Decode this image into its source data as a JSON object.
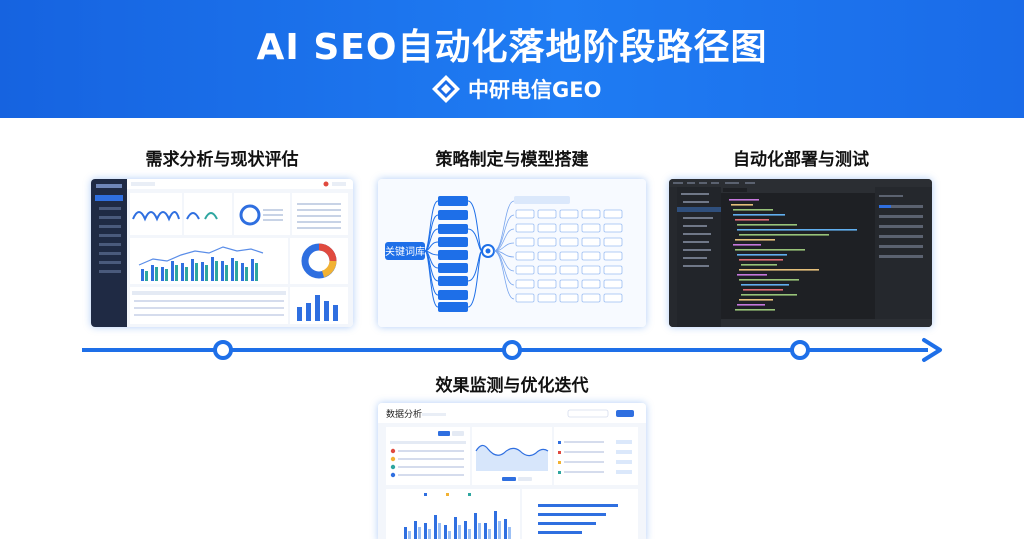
{
  "header": {
    "title": "AI SEO自动化落地阶段路径图",
    "brand_name": "中研电信GEO"
  },
  "stages": [
    {
      "title": "需求分析与现状评估"
    },
    {
      "title": "策略制定与模型搭建"
    },
    {
      "title": "自动化部署与测试"
    },
    {
      "title": "效果监测与优化迭代"
    }
  ],
  "mindmap": {
    "root_label": "关键词库"
  },
  "analytics": {
    "page_title": "数据分析"
  },
  "colors": {
    "header_blue": "#1a6be8",
    "accent_blue": "#1e6fe8",
    "dark_sidebar": "#1f2a44",
    "editor_bg": "#23262b"
  },
  "icons": [
    "brand-logo-icon",
    "timeline-arrow-icon"
  ]
}
